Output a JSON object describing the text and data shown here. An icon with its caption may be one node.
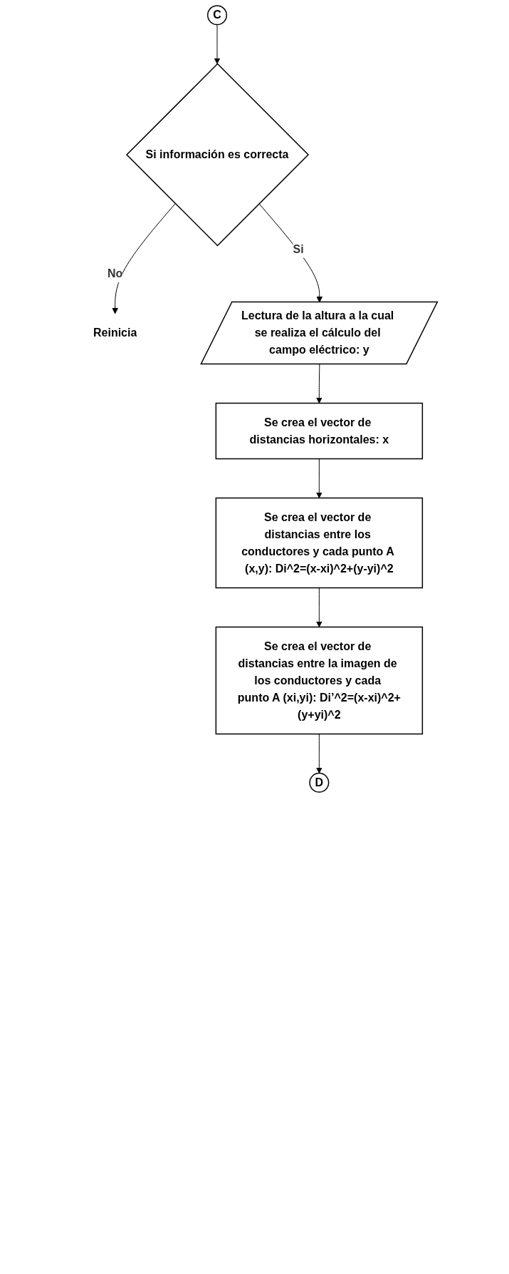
{
  "diagram": {
    "nodes": [
      {
        "text": [
          "C"
        ]
      },
      {
        "text": [
          "Si información es correcta"
        ]
      },
      {
        "text": [
          "Reinicia"
        ]
      },
      {
        "text": [
          "Lectura de la altura a la cual se realiza el cálculo del campo eléctrico: y"
        ]
      },
      {
        "text": [
          "Se crea el vector de distancias horizontales: x"
        ]
      },
      {
        "text": [
          "Se crea el vector de distancias entre los conductores y cada punto A (x,y): Di^2=(x-xi)^2+(y-yi)^2"
        ]
      },
      {
        "text": [
          "Se crea el vector de distancias entre la imagen de los conductores y cada punto A (xi,yi): Di’^2=(x-xi)^2+(y+yi)^2"
        ]
      },
      {
        "text": [
          "D"
        ]
      }
    ],
    "edges": [
      {
        "from": 0,
        "to": 1,
        "arrow": "to"
      },
      {
        "from": 1,
        "to": 2,
        "arrow": "to",
        "label": "No"
      },
      {
        "from": 1,
        "to": 3,
        "arrow": "to",
        "label": "Si"
      },
      {
        "from": 3,
        "to": 4,
        "arrow": "to"
      },
      {
        "from": 4,
        "to": 5,
        "arrow": "to"
      },
      {
        "from": 5,
        "to": 6,
        "arrow": "to"
      },
      {
        "from": 6,
        "to": 7,
        "arrow": "to"
      }
    ]
  }
}
